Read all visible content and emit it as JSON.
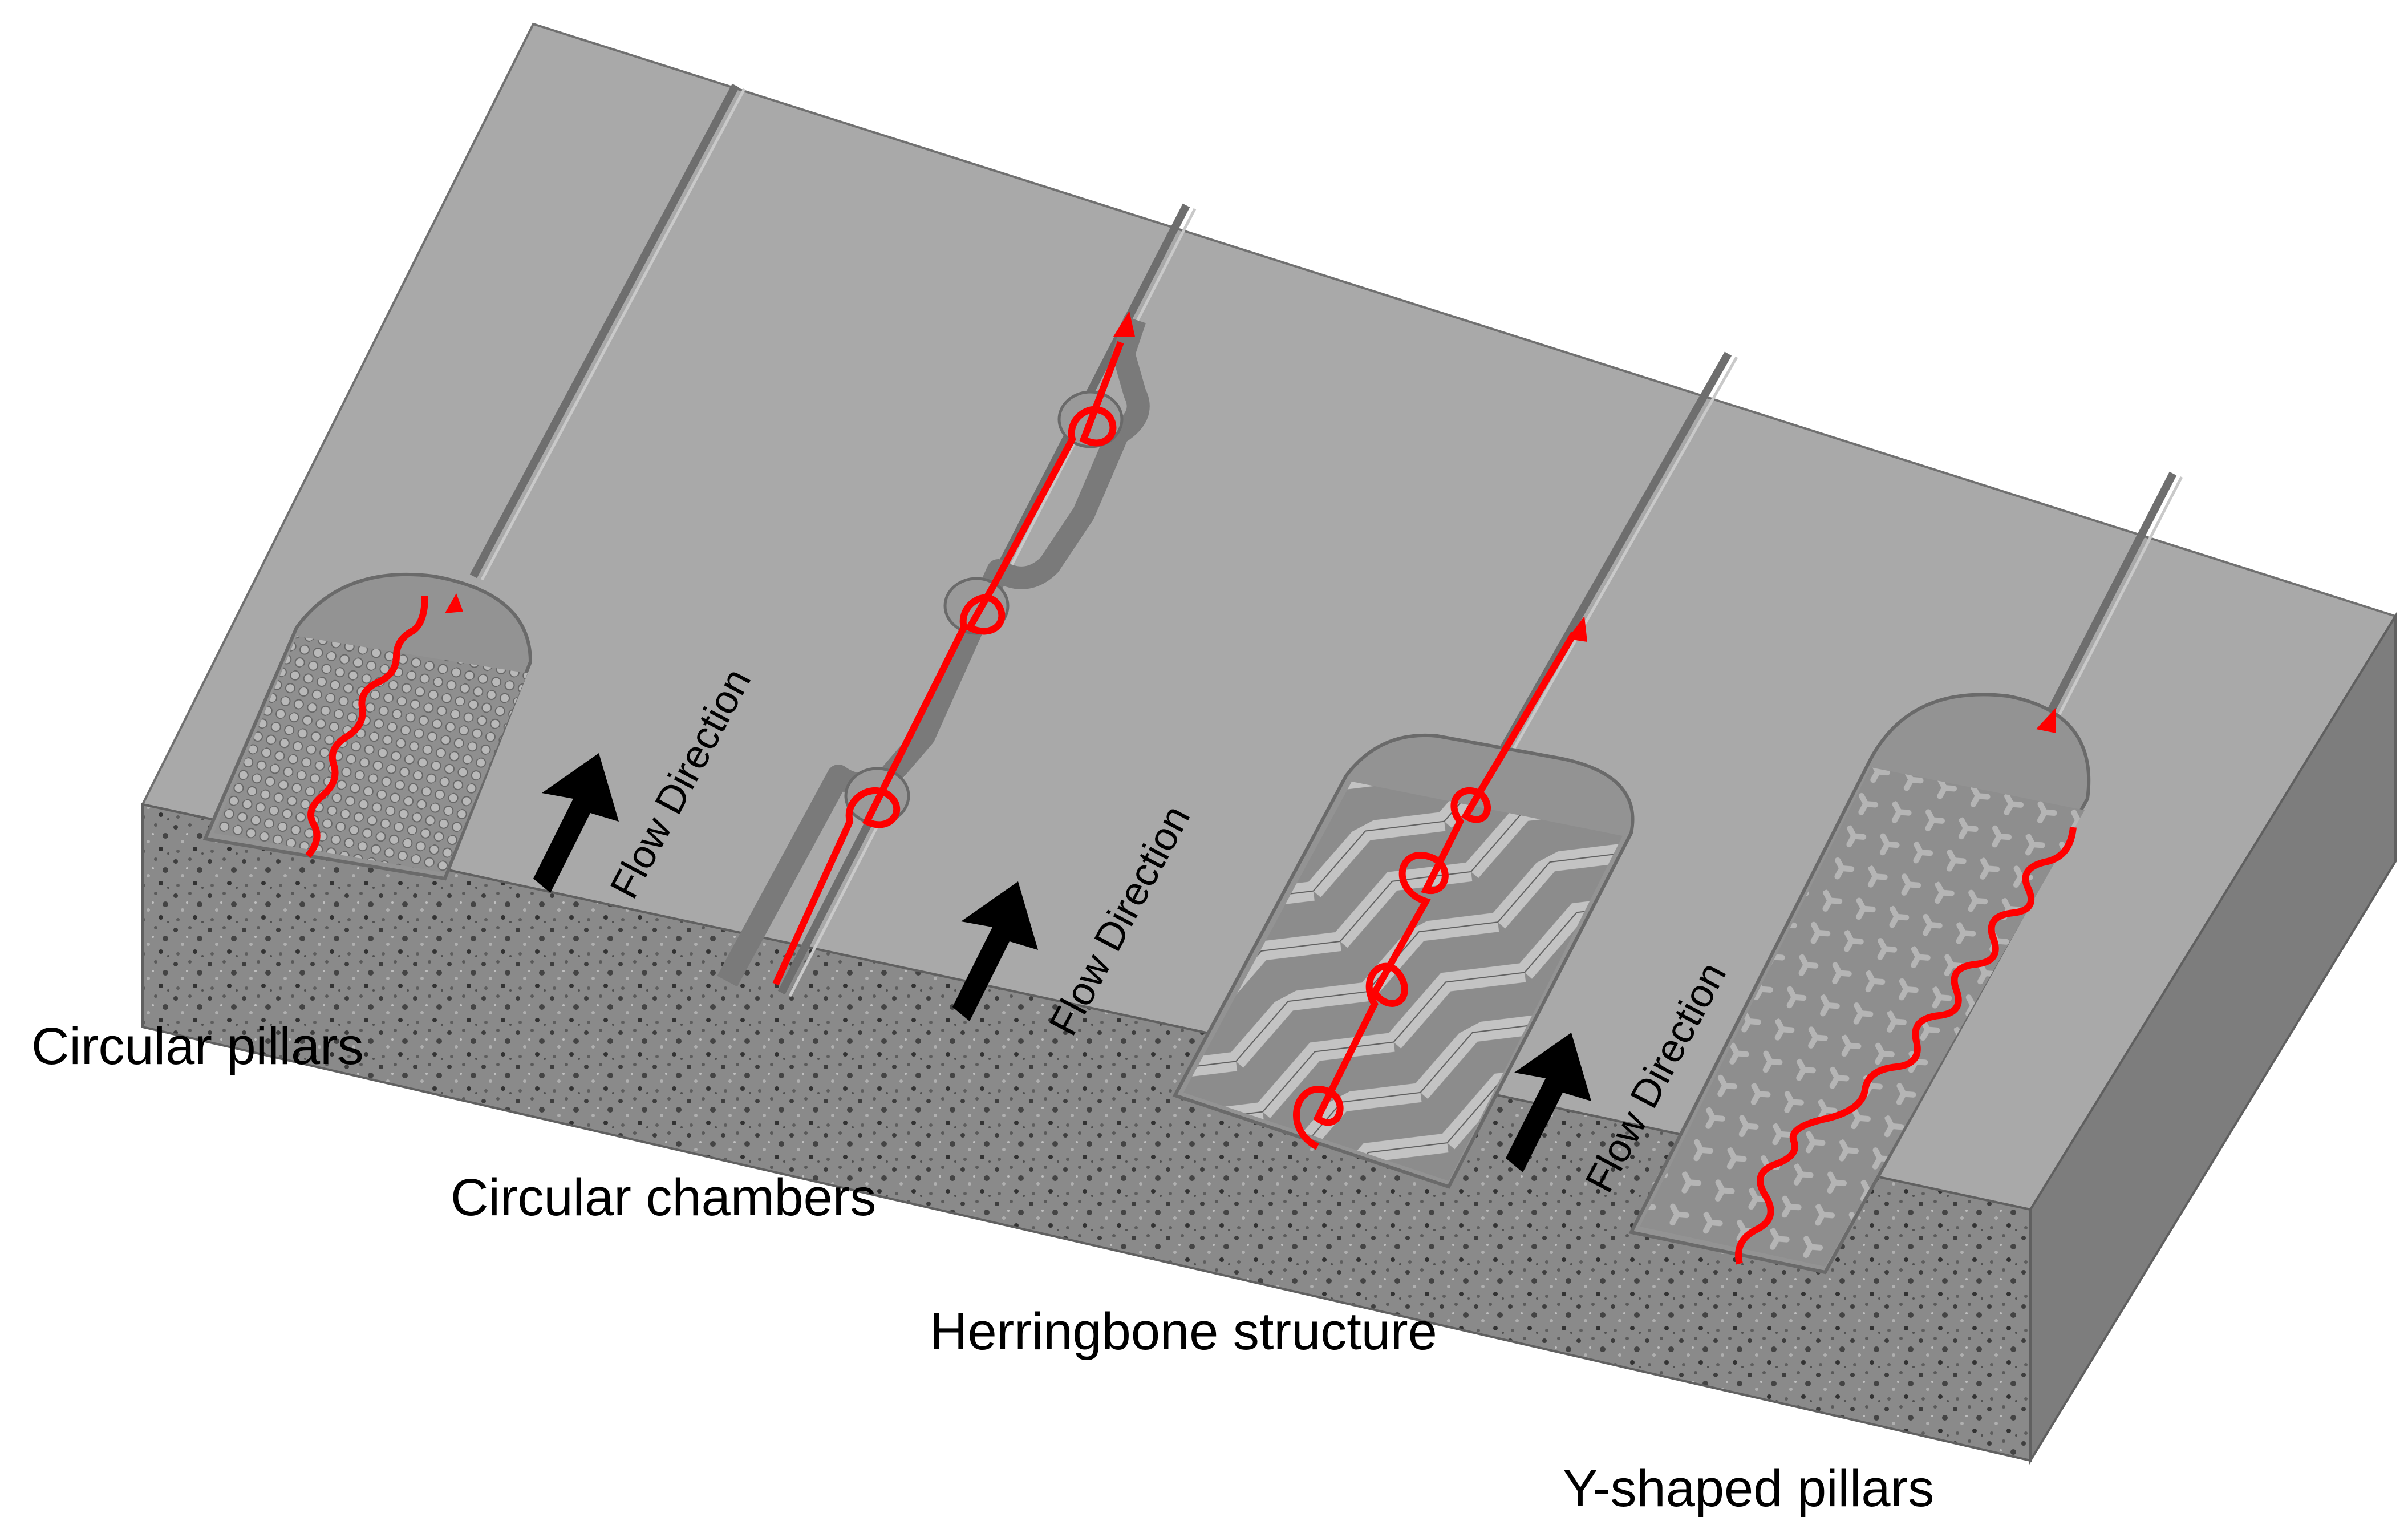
{
  "labels": {
    "circular_pillars": "Circular pillars",
    "circular_chambers": "Circular chambers",
    "herringbone": "Herringbone structure",
    "y_pillars": "Y-shaped pillars",
    "flow1": "Flow Direction",
    "flow2": "Flow Direction",
    "flow3": "Flow Direction"
  },
  "colors": {
    "chip_top": "#a9a9a9",
    "chip_side": "#7a7a7a",
    "channel_floor": "#9a9a9a",
    "channel_wall": "#6f6f6f",
    "flow_path": "#ff0000",
    "arrow": "#000000"
  },
  "icons": {
    "flow_arrow": "arrow-up-right-icon",
    "flow_path": "red-streamline"
  }
}
